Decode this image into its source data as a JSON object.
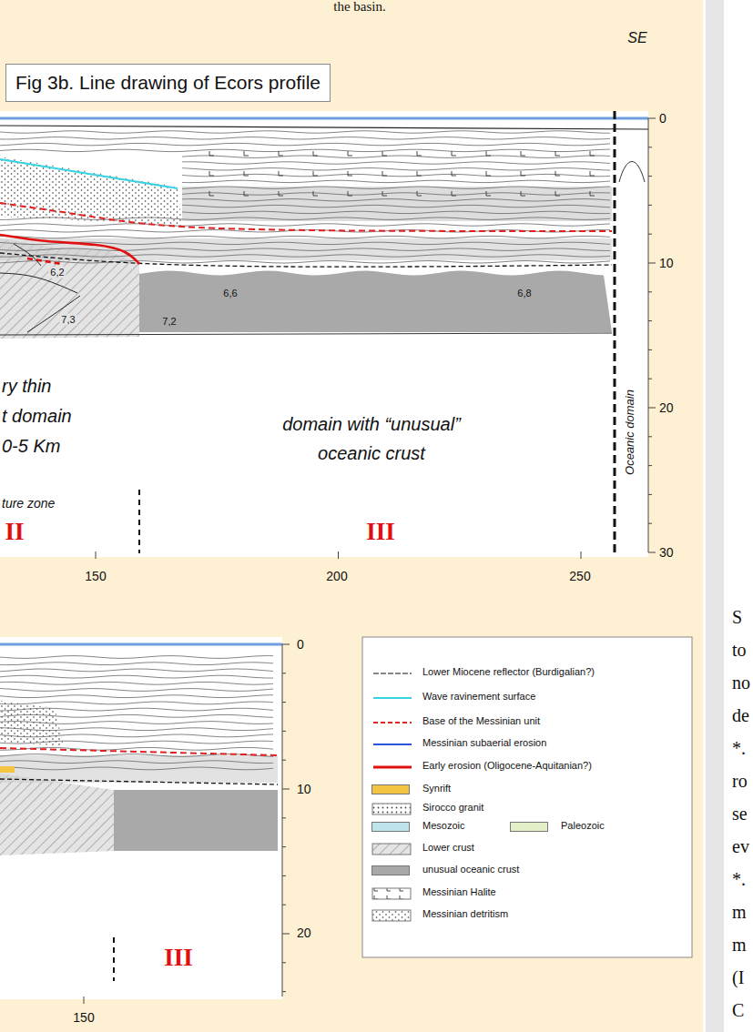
{
  "diagram": {
    "title": "Fig 3b. Line drawing of Ecors profile",
    "labels": [
      "the basin.",
      "SE",
      "0",
      "10",
      "20",
      "30",
      "6,2",
      "7,3",
      "6,6",
      "6,8",
      "7,2",
      "ry thin",
      "t domain",
      "0-5 Km",
      "domain with “unusual” oceanic crust",
      "Oceanic domain",
      "ture zone",
      "II",
      "III",
      "150",
      "200",
      "250",
      "0",
      "10",
      "20",
      "III",
      "150",
      "S",
      "to",
      "no",
      "de",
      "*.",
      "ro",
      "se",
      "ev",
      "*.",
      "m",
      "m",
      "(I",
      "C"
    ],
    "legend": [
      {
        "text": "Lower Miocene reflector (Burdigalian?)"
      },
      {
        "text": "Wave ravinement surface"
      },
      {
        "text": "Base of the Messinian unit"
      },
      {
        "text": "Messinian subaerial erosion"
      },
      {
        "text": "Early erosion (Oligocene-Aquitanian?)"
      },
      {
        "text": "Synrift",
        "color": "#f4c542"
      },
      {
        "text": "Sirocco granit"
      },
      {
        "text": "Mesozoic",
        "color": "#bfe4ee"
      },
      {
        "text": "Paleozoic",
        "color": "#e3efc6"
      },
      {
        "text": "Lower crust"
      },
      {
        "text": "unusual oceanic crust",
        "color": "#a8a8a8"
      },
      {
        "text": "Messinian Halite"
      },
      {
        "text": "Messinian detritism"
      }
    ]
  }
}
